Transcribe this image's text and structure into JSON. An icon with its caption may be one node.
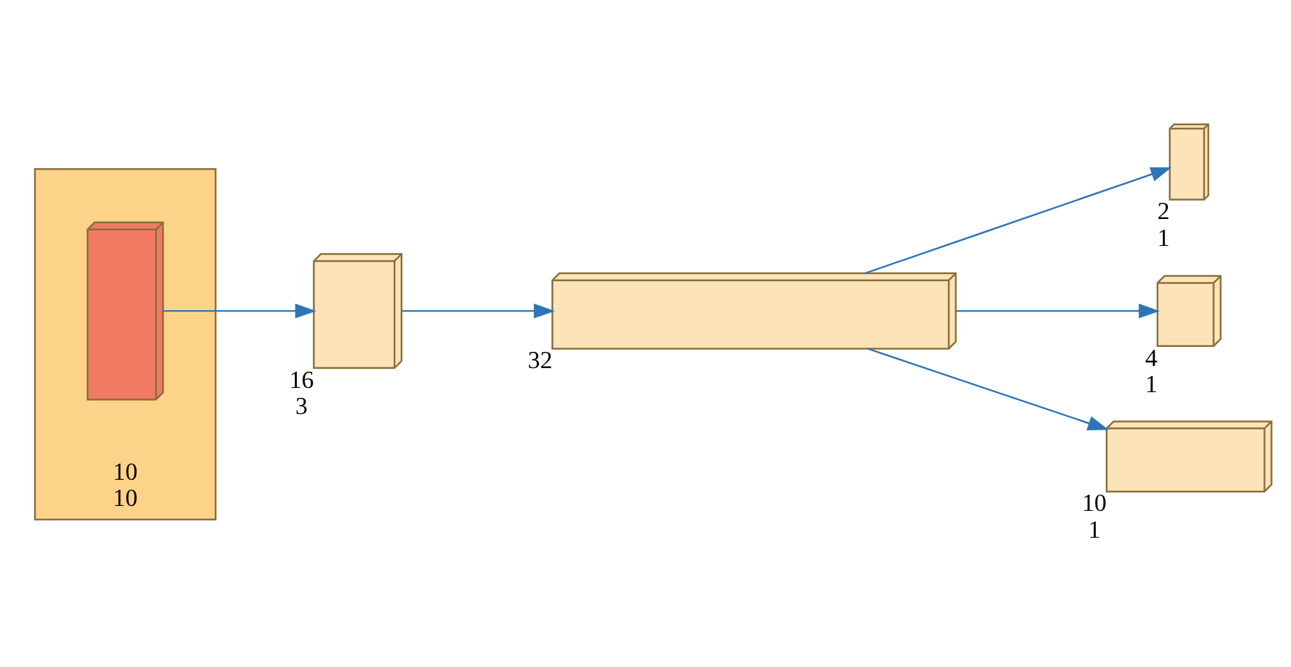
{
  "diagram": {
    "nodes": [
      {
        "text": [],
        "shape": "box",
        "beside": [
          "10",
          "10"
        ]
      },
      {
        "text": [],
        "shape": "box",
        "in": 0
      },
      {
        "text": [],
        "shape": "box",
        "beside": [
          "16",
          "3"
        ]
      },
      {
        "text": [],
        "shape": "box",
        "beside": [
          "32"
        ]
      },
      {
        "text": [],
        "shape": "box",
        "beside": [
          "2",
          "1"
        ]
      },
      {
        "text": [],
        "shape": "box",
        "beside": [
          "4",
          "1"
        ]
      },
      {
        "text": [],
        "shape": "box",
        "beside": [
          "10",
          "1"
        ]
      }
    ],
    "edges": [
      {
        "from": 1,
        "to": 2,
        "arrow": "to"
      },
      {
        "from": 2,
        "to": 3,
        "arrow": "to"
      },
      {
        "from": 3,
        "to": 4,
        "arrow": "to"
      },
      {
        "from": 3,
        "to": 5,
        "arrow": "to"
      },
      {
        "from": 3,
        "to": 6,
        "arrow": "to"
      }
    ]
  }
}
